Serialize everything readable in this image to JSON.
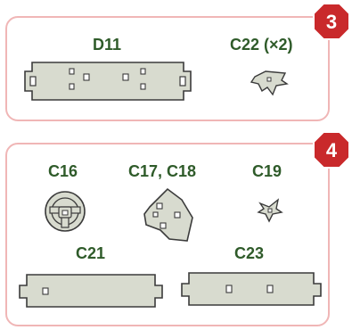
{
  "steps": [
    {
      "number": "3",
      "parts": [
        {
          "code": "D11",
          "icon": "long-plate-part-icon"
        },
        {
          "code": "C22 (×2)",
          "icon": "small-bracket-part-icon"
        }
      ]
    },
    {
      "number": "4",
      "parts": [
        {
          "code": "C16",
          "icon": "steering-wheel-part-icon"
        },
        {
          "code": "C17, C18",
          "icon": "angled-plate-part-icon"
        },
        {
          "code": "C19",
          "icon": "small-bracket-part-icon"
        },
        {
          "code": "C21",
          "icon": "long-plate-part-icon"
        },
        {
          "code": "C23",
          "icon": "long-plate-part-icon"
        }
      ]
    }
  ],
  "colors": {
    "panel_border": "#f0b6b6",
    "badge_fill": "#c9292b",
    "label_text": "#2f5b2a",
    "part_fill": "#d8dbcf",
    "part_stroke": "#3b3b3b"
  }
}
